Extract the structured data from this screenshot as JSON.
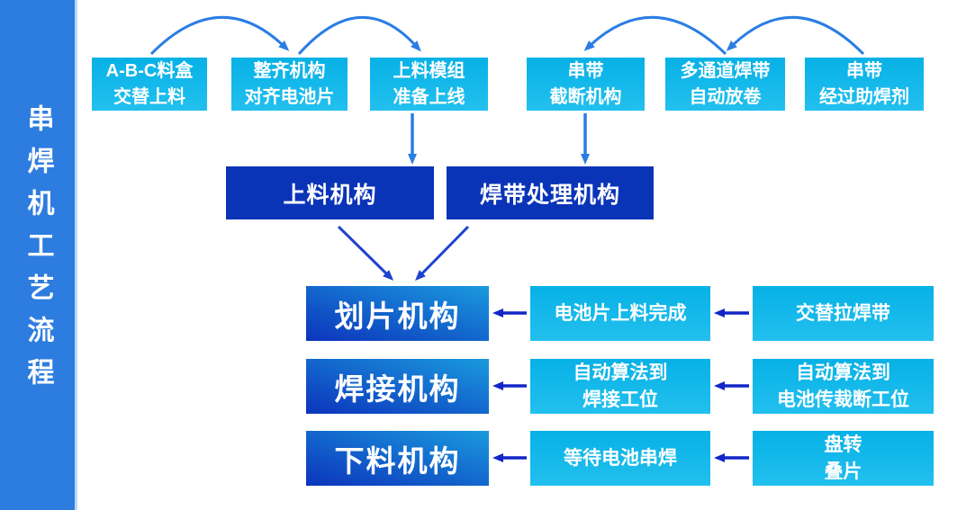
{
  "sidebar": {
    "title": "串焊机工艺流程"
  },
  "top_row": [
    {
      "label": "A-B-C料盒\n交替上料"
    },
    {
      "label": "整齐机构\n对齐电池片"
    },
    {
      "label": "上料模组\n准备上线"
    },
    {
      "label": "串带\n截断机构"
    },
    {
      "label": "多通道焊带\n自动放卷"
    },
    {
      "label": "串带\n经过助焊剂"
    }
  ],
  "stage_boxes": [
    {
      "label": "上料机构"
    },
    {
      "label": "焊带处理机构"
    }
  ],
  "process_rows": [
    {
      "main": "划片机构",
      "status": "电池片上料完成",
      "source": "交替拉焊带"
    },
    {
      "main": "焊接机构",
      "status": "自动算法到\n焊接工位",
      "source": "自动算法到\n电池传裁断工位"
    },
    {
      "main": "下料机构",
      "status": "等待电池串焊",
      "source": "盘转\n叠片"
    }
  ],
  "edges": [
    [
      "A-B-C料盒交替上料",
      "整齐机构对齐电池片"
    ],
    [
      "整齐机构对齐电池片",
      "上料模组准备上线"
    ],
    [
      "上料模组准备上线",
      "上料机构"
    ],
    [
      "串带经过助焊剂",
      "多通道焊带自动放卷"
    ],
    [
      "多通道焊带自动放卷",
      "串带截断机构"
    ],
    [
      "串带截断机构",
      "焊带处理机构"
    ],
    [
      "上料机构",
      "划片机构"
    ],
    [
      "焊带处理机构",
      "划片机构"
    ],
    [
      "交替拉焊带",
      "电池片上料完成"
    ],
    [
      "电池片上料完成",
      "划片机构"
    ],
    [
      "自动算法到电池传裁断工位",
      "自动算法到焊接工位"
    ],
    [
      "自动算法到焊接工位",
      "焊接机构"
    ],
    [
      "盘转叠片",
      "等待电池串焊"
    ],
    [
      "等待电池串焊",
      "下料机构"
    ]
  ],
  "colors": {
    "sidebar_blue": "#2d7ce0",
    "cyan_box": "#0ab4e7",
    "navy_box": "#0a34b8",
    "gradient_box_dark": "#0c34bc",
    "gradient_box_light": "#1a9ade",
    "arc_arrow": "#2b7de4",
    "diagonal_arrow": "#1e43cf",
    "horizontal_arrow": "#1226c9",
    "text": "#ffffff"
  }
}
